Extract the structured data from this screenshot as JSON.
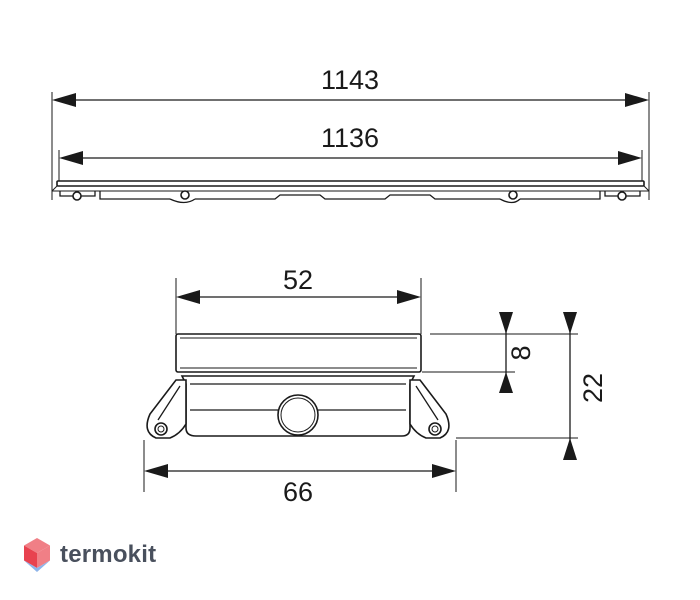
{
  "dimensions": {
    "overall_length": "1143",
    "inner_length": "1136",
    "top_width": "52",
    "bottom_width": "66",
    "top_height": "8",
    "total_height": "22"
  },
  "brand": {
    "name": "termokit",
    "logo_colors": [
      "#e8424f",
      "#f07f86",
      "#5b8fd8",
      "#8db4ea"
    ]
  }
}
